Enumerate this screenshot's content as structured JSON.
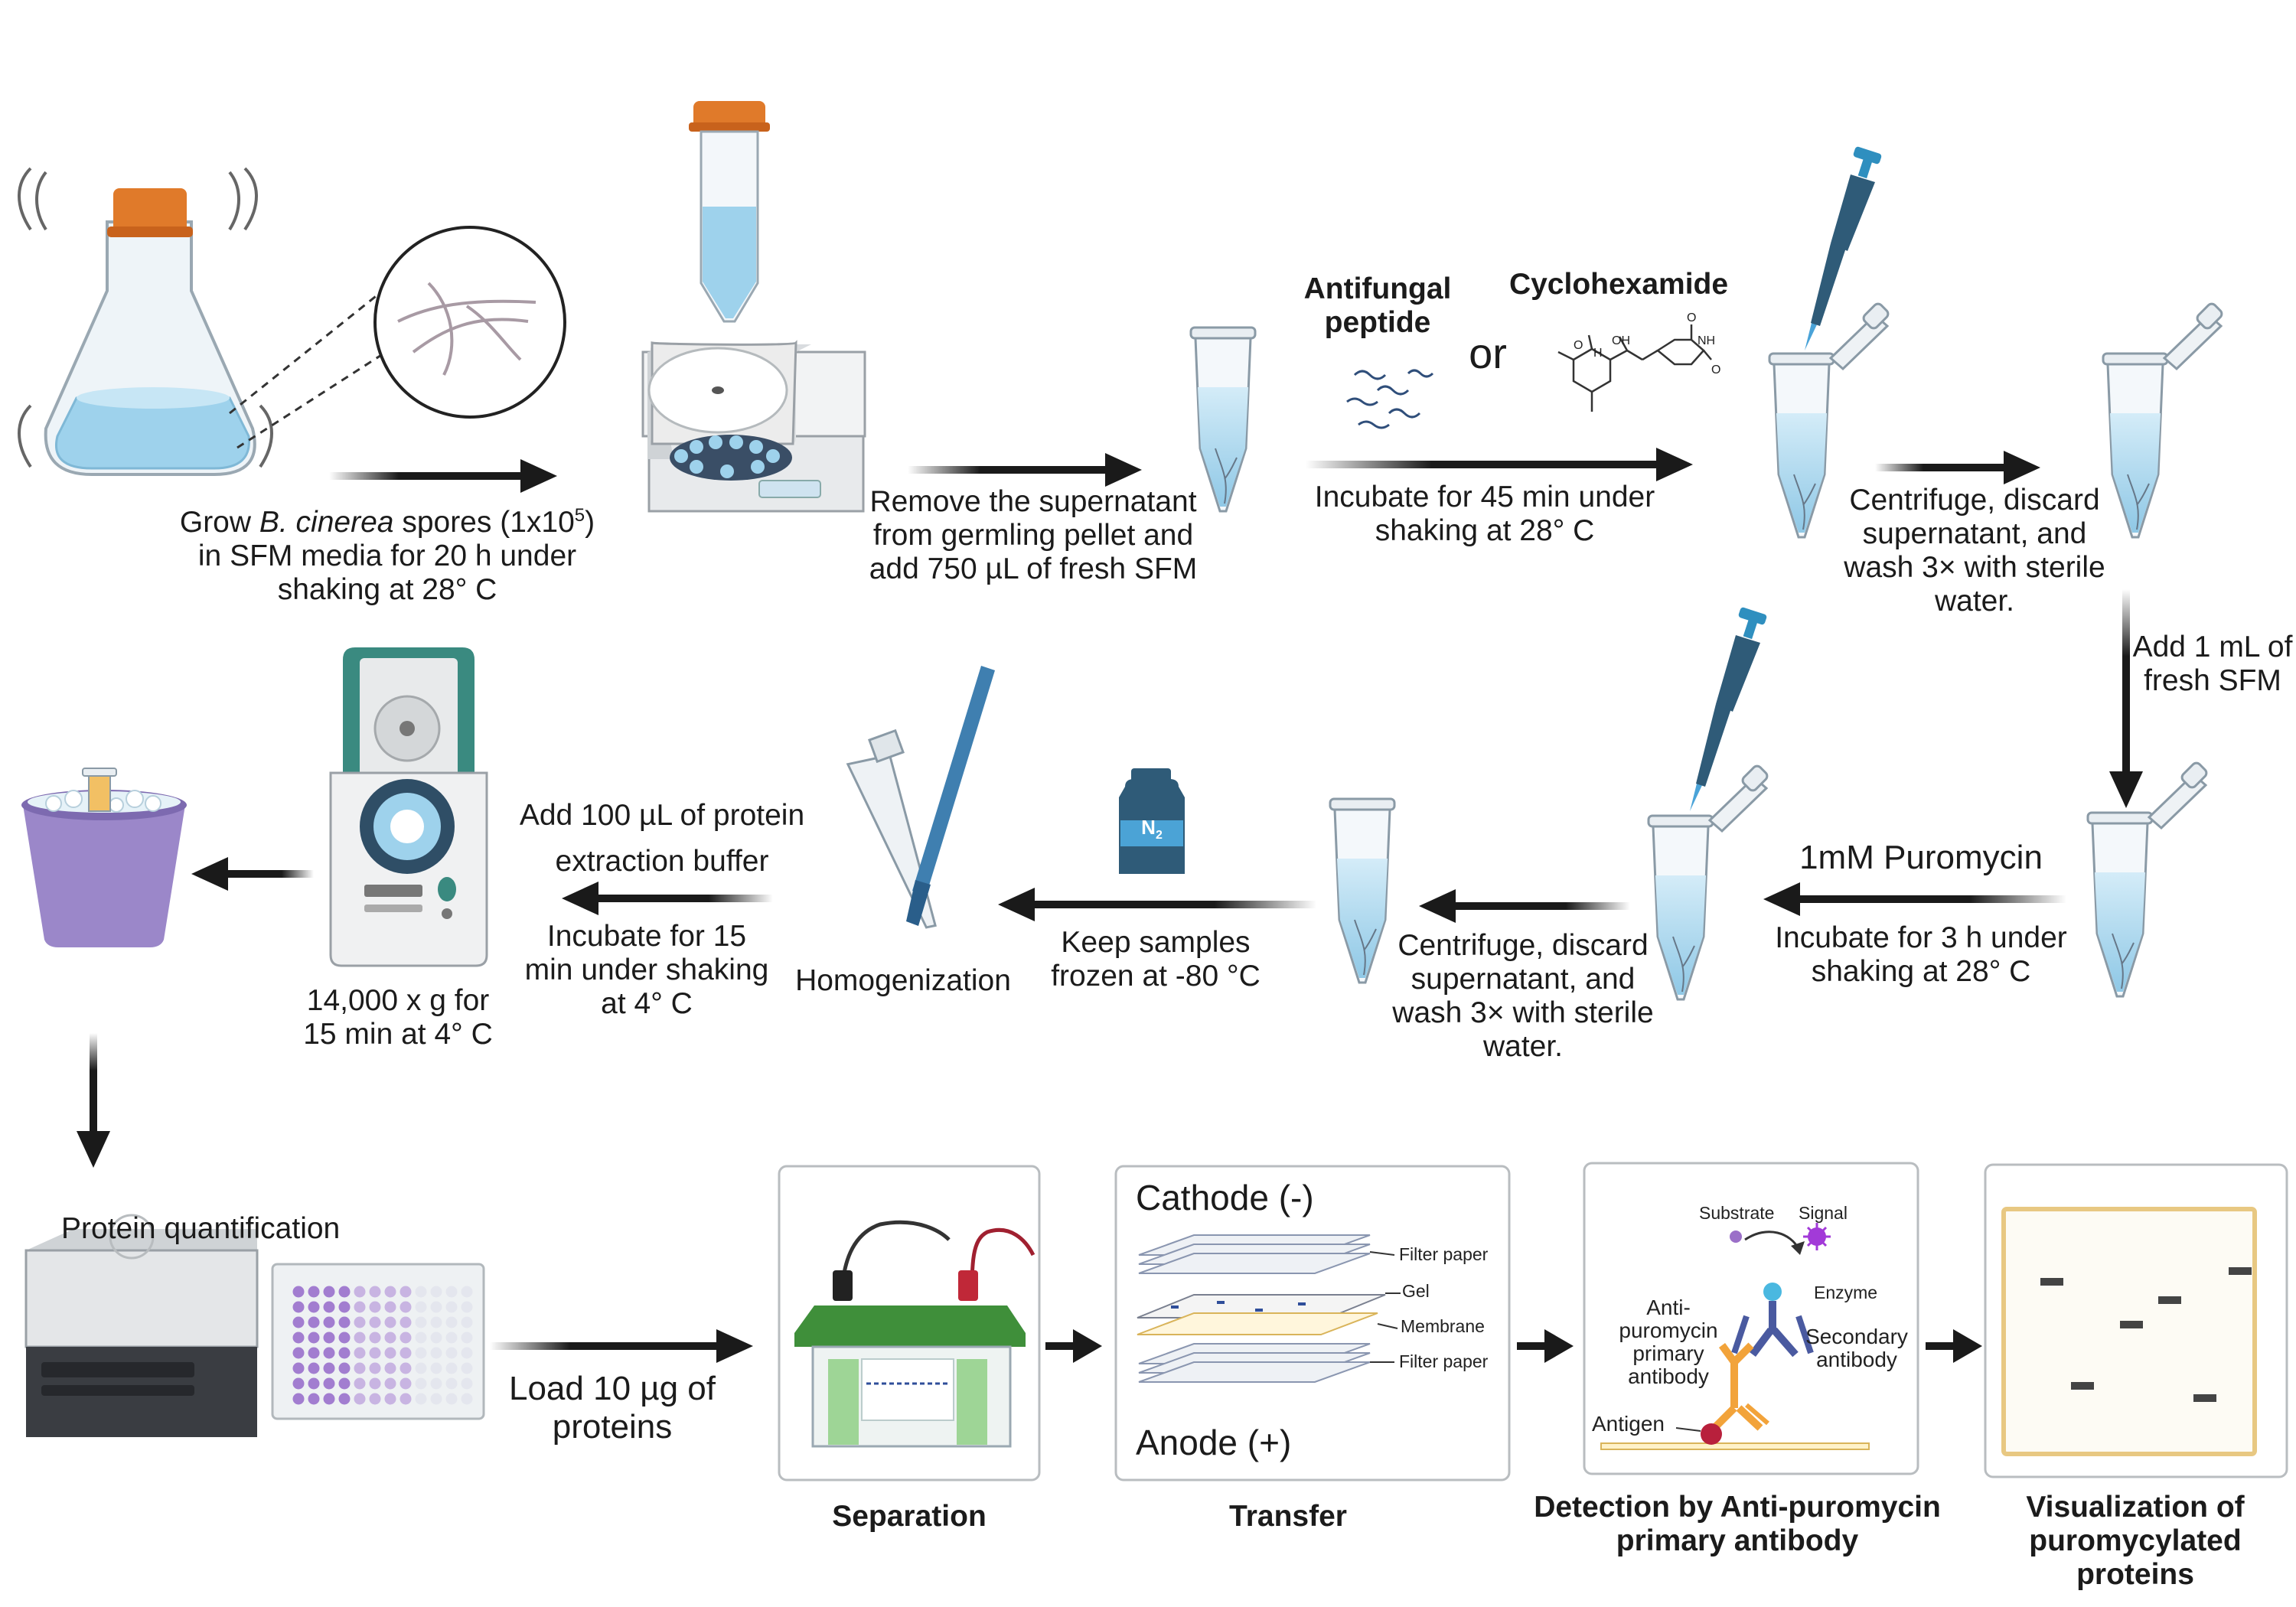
{
  "steps": {
    "grow": {
      "prefix": "Grow ",
      "species": "B. cinerea",
      "mid": " spores (1x10",
      "exp": "5",
      "suffix": ")",
      "line2": "in SFM media for 20 h under",
      "line3": "shaking at 28° C"
    },
    "remove": {
      "line1": "Remove the supernatant",
      "line2": "from germling pellet  and",
      "line3": "add 750 µL of fresh SFM"
    },
    "antifungal": {
      "line1": "Antifungal",
      "line2": "peptide"
    },
    "or": "or",
    "cyclohexamide": "Cyclohexamide",
    "chem_labels": {
      "o1": "O",
      "oh": "OH",
      "h": "H",
      "o2": "O",
      "nh": "NH",
      "o3": "O"
    },
    "incubate45": {
      "line1": "Incubate for 45 min under",
      "line2": "shaking at 28° C"
    },
    "centrifuge1": {
      "line1": "Centrifuge, discard",
      "line2": "supernatant, and",
      "line3": "wash 3× with sterile",
      "line4": "water."
    },
    "add1ml": {
      "line1": "Add 1 mL of",
      "line2": "fresh SFM"
    },
    "puromycin": "1mM Puromycin",
    "incubate3h": {
      "line1": "Incubate for 3 h under",
      "line2": "shaking at 28° C"
    },
    "centrifuge2": {
      "line1": "Centrifuge, discard",
      "line2": "supernatant, and",
      "line3": "wash 3× with sterile",
      "line4": "water."
    },
    "keepfrozen": {
      "line1": "Keep samples",
      "line2": "frozen at -80 °C"
    },
    "n2": "N",
    "n2sub": "2",
    "homogenization": "Homogenization",
    "addbuffer": {
      "line1": "Add 100 µL of protein",
      "line2": "extraction buffer"
    },
    "incubate15": {
      "line1": "Incubate for 15",
      "line2": "min under shaking",
      "line3": "at 4° C"
    },
    "spin": {
      "line1": "14,000 x g for",
      "line2": "15 min at 4° C"
    },
    "quant": "Protein quantification",
    "load": {
      "line1": "Load 10 µg of",
      "line2": "proteins"
    }
  },
  "panels": {
    "separation": "Separation",
    "transfer": {
      "title": "Transfer",
      "cathode": "Cathode  (-)",
      "anode": "Anode (+)",
      "filter1": "Filter paper",
      "gel": "Gel",
      "membrane": "Membrane",
      "filter2": "Filter paper"
    },
    "detection": {
      "title1": "Detection by Anti-puromycin",
      "title2": "primary antibody",
      "substrate": "Substrate",
      "signal": "Signal",
      "enzyme": "Enzyme",
      "primary1": "Anti-",
      "primary2": "puromycin",
      "primary3": "primary",
      "primary4": "antibody",
      "secondary1": "Secondary",
      "secondary2": "antibody",
      "antigen": "Antigen"
    },
    "visualization": {
      "line1": "Visualization of",
      "line2": "puromycylated",
      "line3": "proteins"
    }
  },
  "colors": {
    "arrow": "#1a1a1a",
    "liquid": "#a9d7ee",
    "cap": "#e07a2a",
    "pipette": "#2f5b78",
    "gel_green": "#3f8f3a",
    "antibody_orange": "#f2a33a",
    "antibody_blue": "#4a5aa0",
    "plate_purple": "#b89ad6",
    "bucket": "#9b87c9",
    "band": "#444444",
    "membrane_frame": "#e8c882"
  }
}
